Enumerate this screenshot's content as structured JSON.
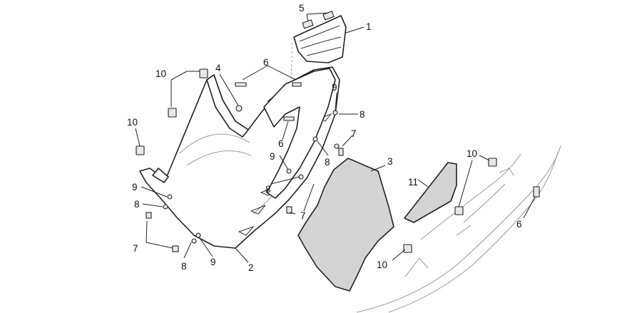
{
  "callouts": {
    "c1": "1",
    "c2": "2",
    "c3": "3",
    "c4": "4",
    "c5": "5",
    "c6a": "6",
    "c6b": "6",
    "c6c": "6",
    "c7a": "7",
    "c7b": "7",
    "c7c": "7",
    "c8a": "8",
    "c8b": "8",
    "c8c": "8",
    "c8d": "8",
    "c8e": "8",
    "c9a": "9",
    "c9b": "9",
    "c9c": "9",
    "c9d": "9",
    "c10a": "10",
    "c10b": "10",
    "c10c": "10",
    "c10d": "10",
    "c11": "11"
  }
}
